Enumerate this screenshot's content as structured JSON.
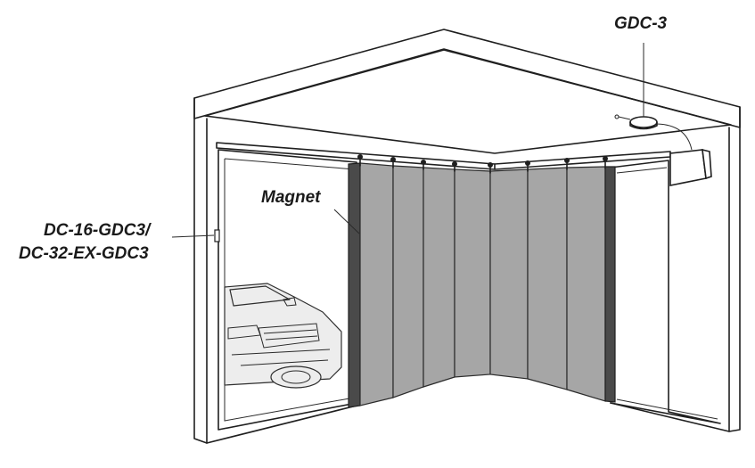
{
  "labels": {
    "sensor": "GDC-3",
    "magnet": "Magnet",
    "contact_line1": "DC-16-GDC3/",
    "contact_line2": "DC-32-EX-GDC3"
  },
  "colors": {
    "outline": "#1f1f1f",
    "panel": "#a6a6a6",
    "panel_edge": "#4a4a4a",
    "background": "#ffffff"
  }
}
